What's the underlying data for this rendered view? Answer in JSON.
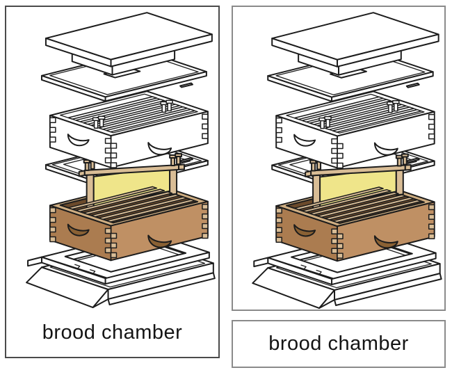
{
  "cards": {
    "left_card": {
      "label": "brood chamber"
    },
    "right_label_card": {
      "label": "brood chamber"
    }
  },
  "illustration": {
    "icon": "beehive-exploded-view-icon",
    "highlighted_part": "brood chamber"
  },
  "colors": {
    "brood_face": "#bf9064",
    "brood_face_dark": "#ab7c50",
    "brood_rim": "#cfae82",
    "frame_wood": "#d9bd96",
    "comb_yellow": "#efe58a",
    "interior_dark": "#6b4a2b",
    "handle_shadow": "#8a6134",
    "outline": "#1c1c1c",
    "left_card_border": "#4a4a4a",
    "right_card_border": "#8a8a8a"
  }
}
